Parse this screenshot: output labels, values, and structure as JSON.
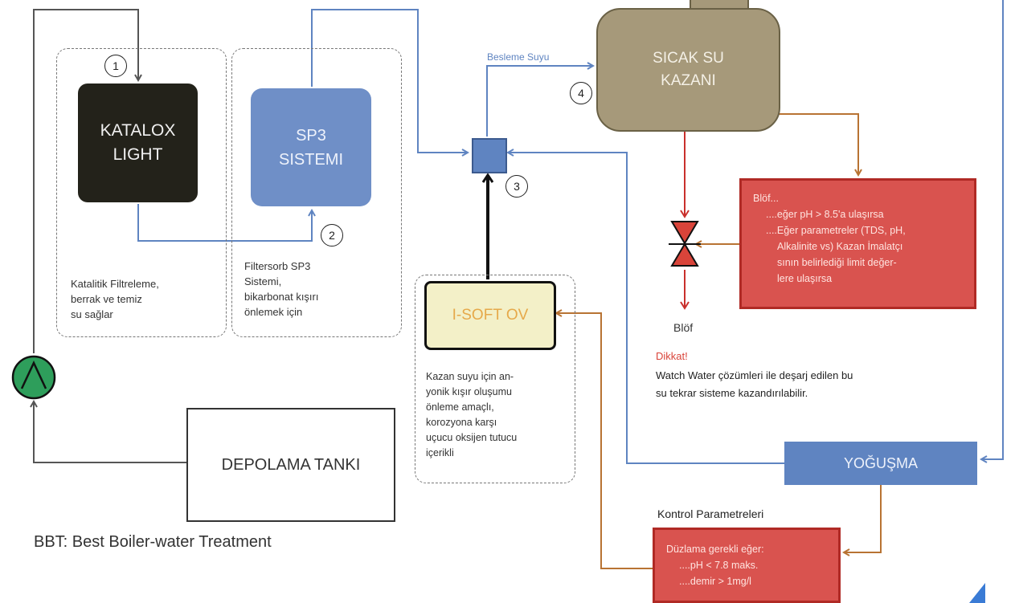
{
  "nodes": {
    "katalox": "KATALOX\nLIGHT",
    "sp3": "SP3\nSISTEMI",
    "isoft": "I-SOFT OV",
    "depolama": "DEPOLAMA TANKI",
    "kazan": "SICAK SU\nKAZANI",
    "yogusma": "YOĞUŞMA"
  },
  "numbers": {
    "n1": "1",
    "n2": "2",
    "n3": "3",
    "n4": "4"
  },
  "captions": {
    "katalox": "Katalitik Filtreleme,\nberrak ve temiz\nsu sağlar",
    "sp3": "Filtersorb SP3\nSistemi,\nbikarbonat kışırı\nönlemek için",
    "isoft": "Kazan suyu için an-\nyonik kışır oluşumu\nönleme amaçlı,\nkorozyona karşı\nuçucu oksijen tutucu\niçerikli"
  },
  "besleme_label": "Besleme Suyu",
  "blof_box": {
    "title": "Blöf...",
    "line1": "....eğer pH > 8.5'a ulaşırsa",
    "line2": "....Eğer parametreler (TDS, pH,",
    "line3": "Alkalinite vs) Kazan İmalatçı",
    "line4": "sının belirlediği limit değer-",
    "line5": "lere ulaşırsa"
  },
  "blof_label": "Blöf",
  "dikkat": {
    "title": "Dikkat!",
    "line1": "Watch Water çözümleri ile deşarj edilen bu",
    "line2": "su tekrar sisteme kazandırılabilir."
  },
  "kontrol": {
    "heading": "Kontrol Parametreleri",
    "title": "Düzlama gerekli eğer:",
    "line1": "....pH < 7.8 maks.",
    "line2": "....demir > 1mg/l"
  },
  "bbt": "BBT: Best Boiler-water Treatment",
  "colors": {
    "katalox": "#23221a",
    "sp3": "#6f8fc7",
    "blue_flow": "#5f84c1",
    "orange_flow": "#b87333",
    "red_box": "#d9534f",
    "pump": "#2e9e5b",
    "kazan": "#a6997a"
  }
}
